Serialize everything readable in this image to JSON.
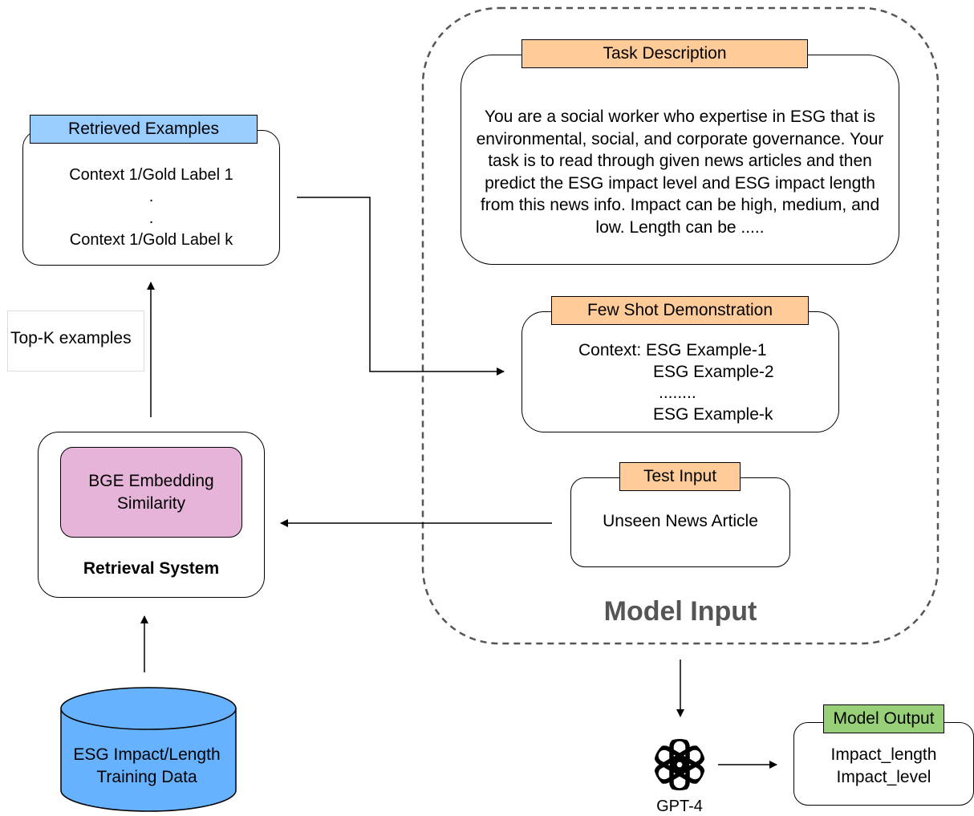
{
  "retrieved": {
    "tag": "Retrieved Examples",
    "line1": "Context 1/Gold Label 1",
    "dot1": ".",
    "dot2": ".",
    "line2": "Context 1/Gold Label k"
  },
  "topk_label": "Top-K examples",
  "retrieval": {
    "inner": "BGE Embedding Similarity",
    "title": "Retrieval System"
  },
  "database": {
    "label": "ESG Impact/Length Training Data"
  },
  "task": {
    "tag": "Task Description",
    "text": "You are a social worker who expertise in ESG that is environmental, social, and corporate governance. Your task is to read through given news articles and then predict the ESG impact level and ESG impact length from this news info. Impact can be high, medium, and low. Length can be ....."
  },
  "fewshot": {
    "tag": "Few Shot Demonstration",
    "line1": "Context: ESG Example-1",
    "line2": "ESG Example-2",
    "line3": "........",
    "line4": "ESG Example-k"
  },
  "test": {
    "tag": "Test Input",
    "text": "Unseen News Article"
  },
  "model_input_label": "Model Input",
  "gpt_label": "GPT-4",
  "output": {
    "tag": "Model Output",
    "line1": "Impact_length",
    "line2": "Impact_level"
  },
  "colors": {
    "retrieved_tag": "#99ccff",
    "orange_tag": "#ffcc99",
    "pink": "#e6b3d9",
    "database": "#66b2ff",
    "output_tag": "#97d077",
    "dashed": "#555555"
  }
}
